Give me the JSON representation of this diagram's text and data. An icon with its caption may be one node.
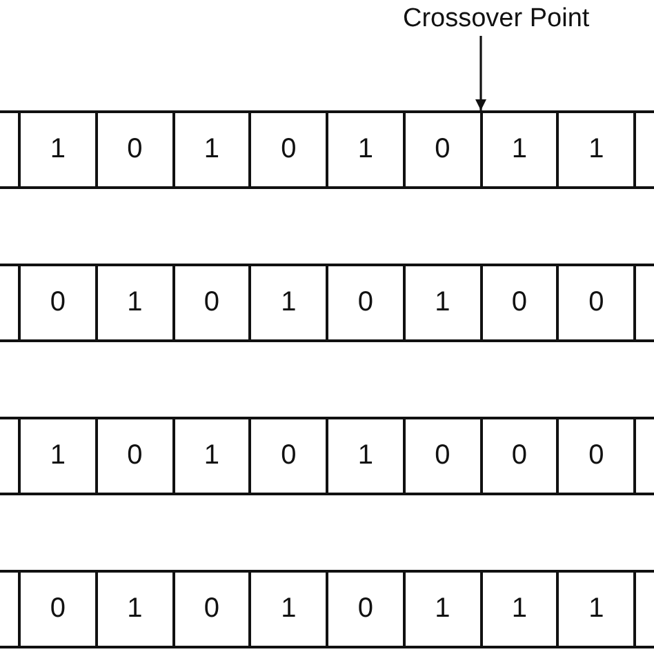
{
  "diagram": {
    "nodes": [
      {
        "text": [
          "Crossover Point"
        ]
      },
      {
        "text": [],
        "shape": "box"
      },
      {
        "text": [
          "1"
        ]
      },
      {
        "text": [
          "0"
        ]
      },
      {
        "text": [
          "1"
        ]
      },
      {
        "text": [
          "0"
        ]
      },
      {
        "text": [
          "1"
        ]
      },
      {
        "text": [
          "0"
        ]
      },
      {
        "text": [
          "1"
        ]
      },
      {
        "text": [
          "1"
        ]
      },
      {
        "text": [],
        "shape": "box"
      },
      {
        "text": [],
        "shape": "box"
      },
      {
        "text": [
          "0"
        ]
      },
      {
        "text": [
          "1"
        ]
      },
      {
        "text": [
          "0"
        ]
      },
      {
        "text": [
          "1"
        ]
      },
      {
        "text": [
          "0"
        ]
      },
      {
        "text": [
          "1"
        ]
      },
      {
        "text": [
          "0"
        ]
      },
      {
        "text": [
          "0"
        ]
      },
      {
        "text": [],
        "shape": "box"
      },
      {
        "text": [],
        "shape": "box"
      },
      {
        "text": [
          "1"
        ]
      },
      {
        "text": [
          "0"
        ]
      },
      {
        "text": [
          "1"
        ]
      },
      {
        "text": [
          "0"
        ]
      },
      {
        "text": [
          "1"
        ]
      },
      {
        "text": [
          "0"
        ]
      },
      {
        "text": [
          "0"
        ]
      },
      {
        "text": [
          "0"
        ]
      },
      {
        "text": [],
        "shape": "box"
      },
      {
        "text": [],
        "shape": "box"
      },
      {
        "text": [
          "0"
        ]
      },
      {
        "text": [
          "1"
        ]
      },
      {
        "text": [
          "0"
        ]
      },
      {
        "text": [
          "1"
        ]
      },
      {
        "text": [
          "0"
        ]
      },
      {
        "text": [
          "1"
        ]
      },
      {
        "text": [
          "1"
        ]
      },
      {
        "text": [
          "1"
        ]
      },
      {
        "text": [],
        "shape": "box"
      }
    ],
    "edges": [
      {
        "from": 0,
        "to": 8,
        "arrow": "to"
      }
    ]
  }
}
